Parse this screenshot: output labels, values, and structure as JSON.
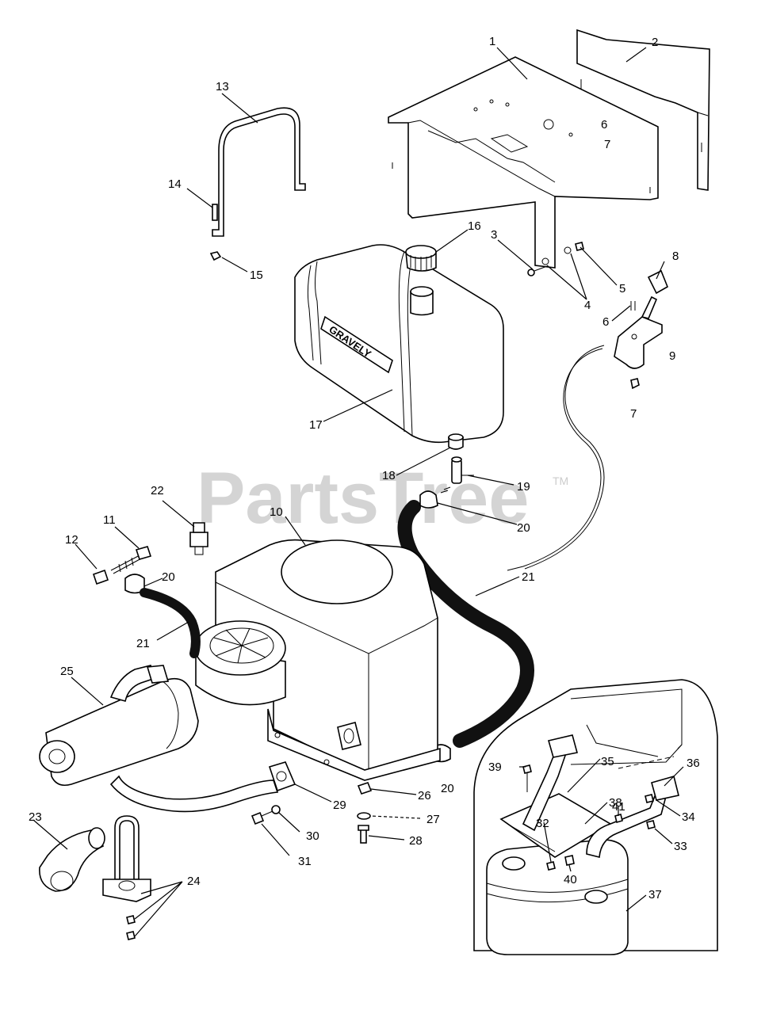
{
  "watermark": {
    "text": "PartsTree",
    "trademark": "TM"
  },
  "brand_plate": "GRAVELY",
  "callouts": [
    {
      "id": "c1",
      "label": "1"
    },
    {
      "id": "c2",
      "label": "2"
    },
    {
      "id": "c3",
      "label": "3"
    },
    {
      "id": "c4",
      "label": "4"
    },
    {
      "id": "c5",
      "label": "5"
    },
    {
      "id": "c6a",
      "label": "6"
    },
    {
      "id": "c6b",
      "label": "6"
    },
    {
      "id": "c7a",
      "label": "7"
    },
    {
      "id": "c7b",
      "label": "7"
    },
    {
      "id": "c8",
      "label": "8"
    },
    {
      "id": "c9",
      "label": "9"
    },
    {
      "id": "c10",
      "label": "10"
    },
    {
      "id": "c11",
      "label": "11"
    },
    {
      "id": "c12",
      "label": "12"
    },
    {
      "id": "c13",
      "label": "13"
    },
    {
      "id": "c14",
      "label": "14"
    },
    {
      "id": "c15",
      "label": "15"
    },
    {
      "id": "c16",
      "label": "16"
    },
    {
      "id": "c17",
      "label": "17"
    },
    {
      "id": "c18",
      "label": "18"
    },
    {
      "id": "c19",
      "label": "19"
    },
    {
      "id": "c20a",
      "label": "20"
    },
    {
      "id": "c20b",
      "label": "20"
    },
    {
      "id": "c20c",
      "label": "20"
    },
    {
      "id": "c21a",
      "label": "21"
    },
    {
      "id": "c21b",
      "label": "21"
    },
    {
      "id": "c22",
      "label": "22"
    },
    {
      "id": "c23",
      "label": "23"
    },
    {
      "id": "c24",
      "label": "24"
    },
    {
      "id": "c25",
      "label": "25"
    },
    {
      "id": "c26",
      "label": "26"
    },
    {
      "id": "c27",
      "label": "27"
    },
    {
      "id": "c28",
      "label": "28"
    },
    {
      "id": "c29",
      "label": "29"
    },
    {
      "id": "c30",
      "label": "30"
    },
    {
      "id": "c31",
      "label": "31"
    },
    {
      "id": "c32",
      "label": "32"
    },
    {
      "id": "c33",
      "label": "33"
    },
    {
      "id": "c34",
      "label": "34"
    },
    {
      "id": "c35",
      "label": "35"
    },
    {
      "id": "c36",
      "label": "36"
    },
    {
      "id": "c37",
      "label": "37"
    },
    {
      "id": "c38",
      "label": "38"
    },
    {
      "id": "c39",
      "label": "39"
    },
    {
      "id": "c40",
      "label": "40"
    },
    {
      "id": "c41",
      "label": "41"
    }
  ]
}
